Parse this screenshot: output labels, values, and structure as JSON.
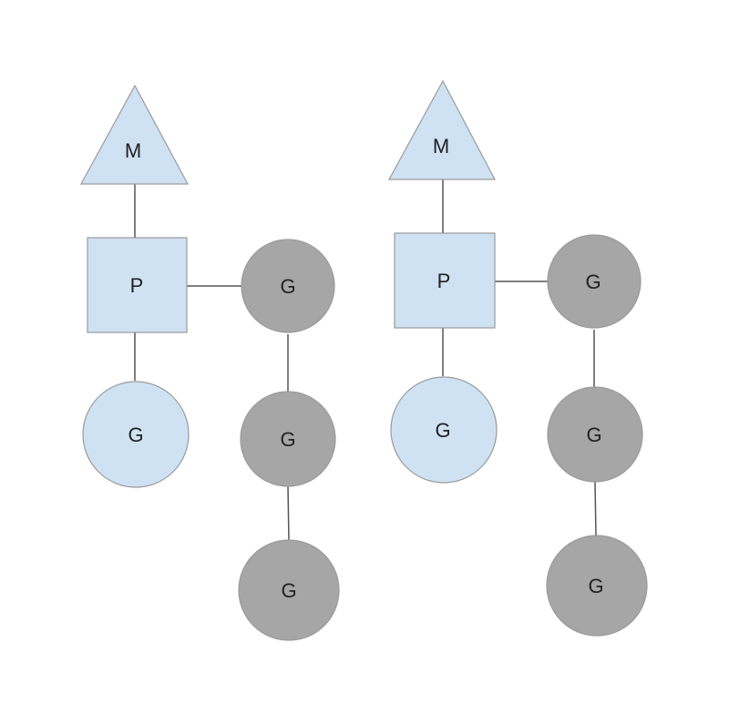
{
  "colors": {
    "light_fill": "#cfe2f3",
    "dark_fill": "#a6a6a6",
    "line": "#555555"
  },
  "groups": [
    {
      "machine": {
        "label": "M",
        "shape": "triangle"
      },
      "processor": {
        "label": "P",
        "shape": "square"
      },
      "running": {
        "label": "G",
        "shape": "circle"
      },
      "queue": [
        {
          "label": "G",
          "shape": "circle"
        },
        {
          "label": "G",
          "shape": "circle"
        },
        {
          "label": "G",
          "shape": "circle"
        }
      ]
    },
    {
      "machine": {
        "label": "M",
        "shape": "triangle"
      },
      "processor": {
        "label": "P",
        "shape": "square"
      },
      "running": {
        "label": "G",
        "shape": "circle"
      },
      "queue": [
        {
          "label": "G",
          "shape": "circle"
        },
        {
          "label": "G",
          "shape": "circle"
        },
        {
          "label": "G",
          "shape": "circle"
        }
      ]
    }
  ]
}
